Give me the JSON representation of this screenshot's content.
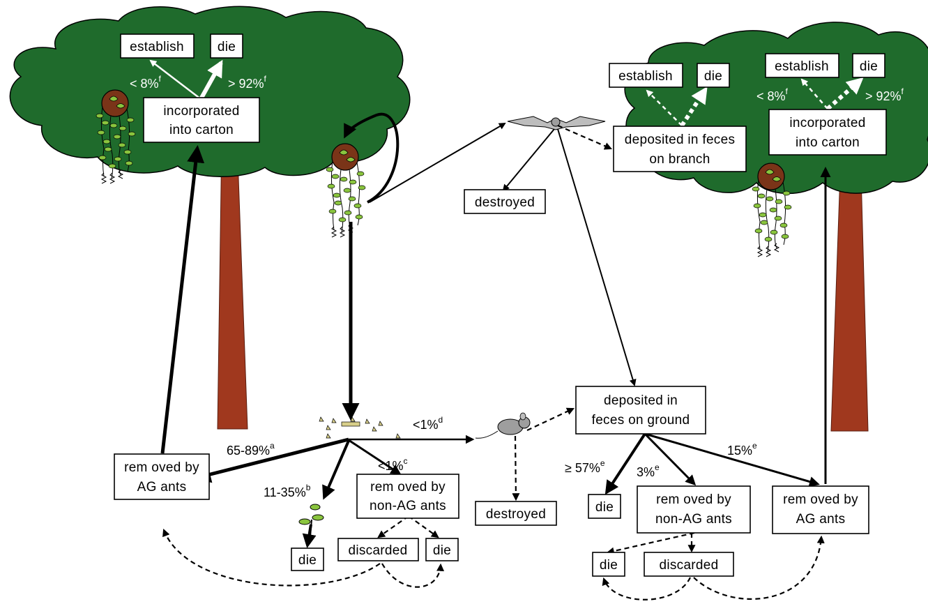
{
  "boxes": {
    "left_establish": "establish",
    "left_die": "die",
    "left_carton_1": "incorporated",
    "left_carton_2": "into carton",
    "right_establish_bat": "establish",
    "right_die_bat": "die",
    "feces_branch_1": "deposited in feces",
    "feces_branch_2": "on branch",
    "right_establish": "establish",
    "right_die": "die",
    "right_carton_1": "incorporated",
    "right_carton_2": "into carton",
    "bat_destroyed": "destroyed",
    "removed_ag_left_1": "rem oved by",
    "removed_ag_left_2": "AG ants",
    "removed_nonag_left_1": "rem oved by",
    "removed_nonag_left_2": "non-AG ants",
    "die_seedling": "die",
    "discarded_left": "discarded",
    "die_left_small": "die",
    "mouse_destroyed": "destroyed",
    "feces_ground_1": "deposited in",
    "feces_ground_2": "feces on ground",
    "die_ground": "die",
    "removed_nonag_right_1": "rem oved by",
    "removed_nonag_right_2": "non-AG ants",
    "removed_ag_right_1": "rem oved by",
    "removed_ag_right_2": "AG ants",
    "die_bottom_right": "die",
    "discarded_right": "discarded"
  },
  "percents": {
    "left_lt8": "< 8%",
    "left_lt8_sup": "f",
    "left_gt92": "> 92%",
    "left_gt92_sup": "f",
    "right_lt8": "< 8%",
    "right_lt8_sup": "f",
    "right_gt92": "> 92%",
    "right_gt92_sup": "f",
    "p65_89": "65-89%",
    "p65_89_sup": "a",
    "p11_35": "11-35%",
    "p11_35_sup": "b",
    "p_lt1_c": "<1%",
    "p_lt1_c_sup": "c",
    "p_lt1_d": "<1%",
    "p_lt1_d_sup": "d",
    "p_ge57": "≥ 57%",
    "p_ge57_sup": "e",
    "p3": "3%",
    "p3_sup": "e",
    "p15": "15%",
    "p15_sup": "e"
  },
  "colors": {
    "canopy": "#1f6b2c",
    "trunk": "#a0381e",
    "fruit": "#7a3418",
    "leaf": "#8ac53e"
  },
  "icons": [
    "epiphyte-icon",
    "bat-icon",
    "mouse-icon",
    "seedling-icon",
    "seed-pile-icon"
  ]
}
